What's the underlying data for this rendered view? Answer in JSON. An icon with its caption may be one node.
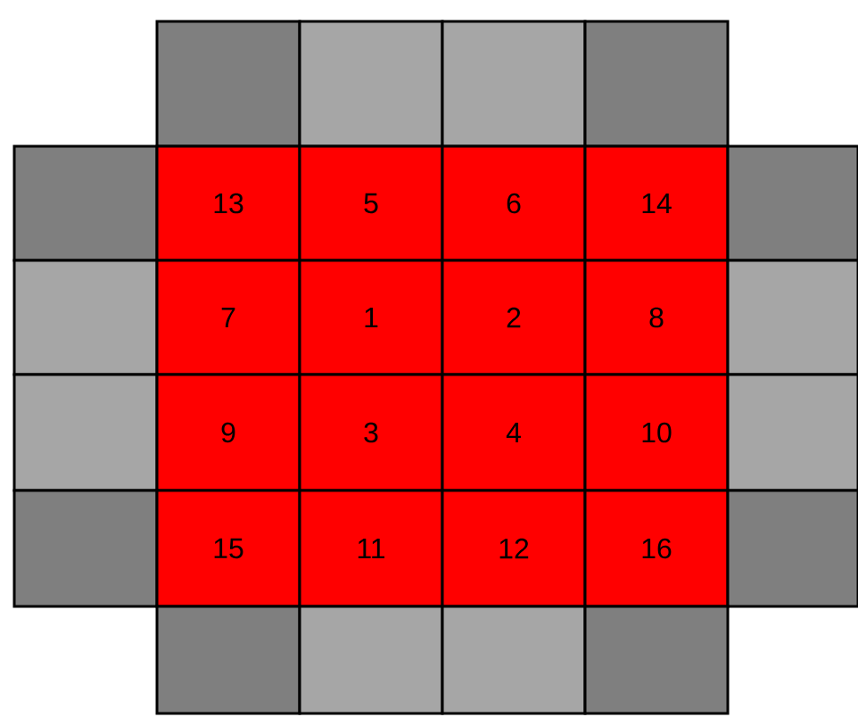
{
  "diagram": {
    "nodes": [
      {
        "text": [],
        "shape": "box"
      },
      {
        "text": [],
        "shape": "box"
      },
      {
        "text": [],
        "shape": "box"
      },
      {
        "text": [],
        "shape": "box"
      },
      {
        "text": [],
        "shape": "box"
      },
      {
        "text": [
          "13"
        ]
      },
      {
        "text": [
          "5"
        ]
      },
      {
        "text": [
          "6"
        ]
      },
      {
        "text": [
          "14"
        ]
      },
      {
        "text": [],
        "shape": "box"
      },
      {
        "text": [],
        "shape": "box"
      },
      {
        "text": [
          "7"
        ]
      },
      {
        "text": [
          "1"
        ]
      },
      {
        "text": [
          "2"
        ]
      },
      {
        "text": [
          "8"
        ]
      },
      {
        "text": [],
        "shape": "box"
      },
      {
        "text": [],
        "shape": "box"
      },
      {
        "text": [
          "9"
        ]
      },
      {
        "text": [
          "3"
        ]
      },
      {
        "text": [
          "4"
        ]
      },
      {
        "text": [
          "10"
        ]
      },
      {
        "text": [],
        "shape": "box"
      },
      {
        "text": [],
        "shape": "box"
      },
      {
        "text": [
          "15"
        ]
      },
      {
        "text": [
          "11"
        ]
      },
      {
        "text": [
          "12"
        ]
      },
      {
        "text": [
          "16"
        ]
      },
      {
        "text": [],
        "shape": "box"
      },
      {
        "text": [],
        "shape": "box"
      },
      {
        "text": [],
        "shape": "box"
      },
      {
        "text": [],
        "shape": "box"
      },
      {
        "text": [],
        "shape": "box"
      }
    ]
  }
}
